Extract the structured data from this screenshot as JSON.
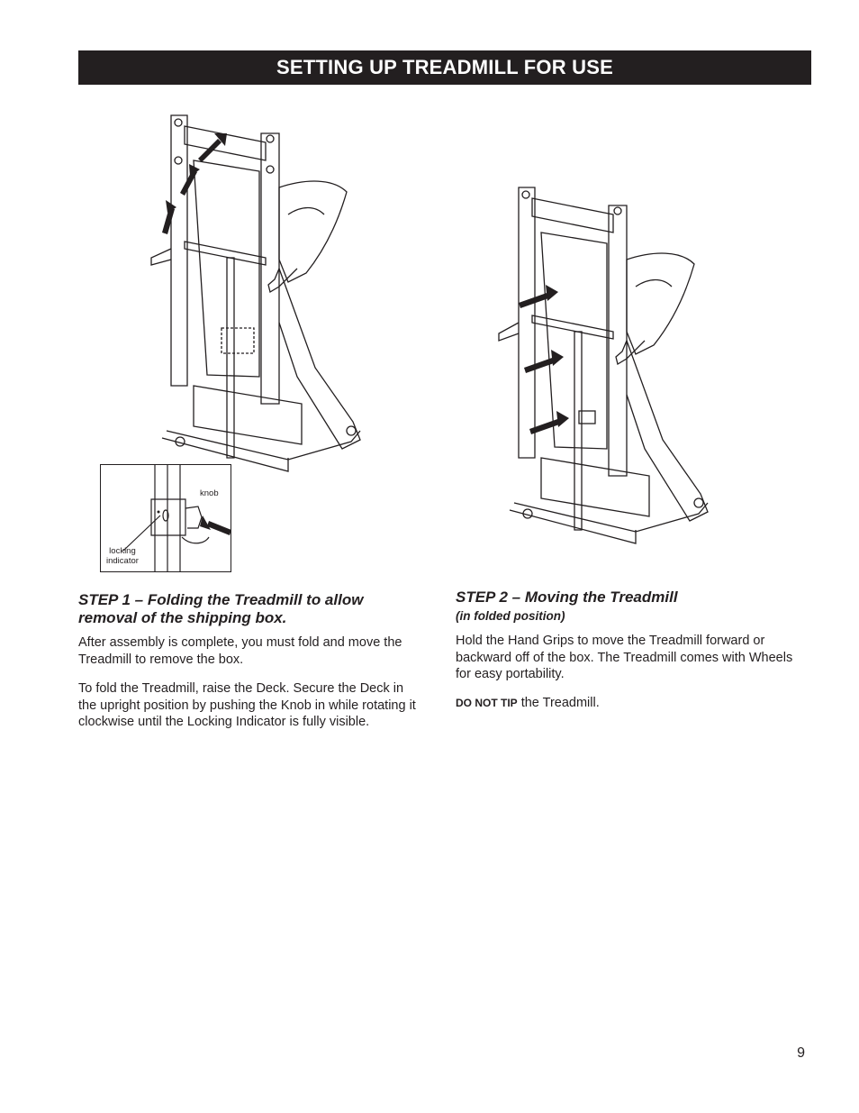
{
  "header": {
    "title": "SETTING UP TREADMILL FOR USE"
  },
  "inset": {
    "knob_label": "knob",
    "indicator_label_1": "locking",
    "indicator_label_2": "indicator"
  },
  "step1": {
    "heading_line1": "STEP 1 – Folding the Treadmill to allow",
    "heading_line2": "removal of the shipping box.",
    "para1": "After assembly is complete, you must fold and move the Treadmill to remove the box.",
    "para2": "To fold the Treadmill, raise the Deck. Secure the Deck in the upright position by pushing the Knob in while rotating it clockwise until the Locking Indicator is fully visible."
  },
  "step2": {
    "heading": "STEP 2 – Moving the Treadmill",
    "subheading": "(in folded position)",
    "para1": "Hold the Hand Grips to move the Treadmill forward or backward off of the box. The Treadmill comes with Wheels for easy portability.",
    "warning_bold": "DO NOT TIP",
    "warning_rest": " the Treadmill."
  },
  "page_number": "9"
}
